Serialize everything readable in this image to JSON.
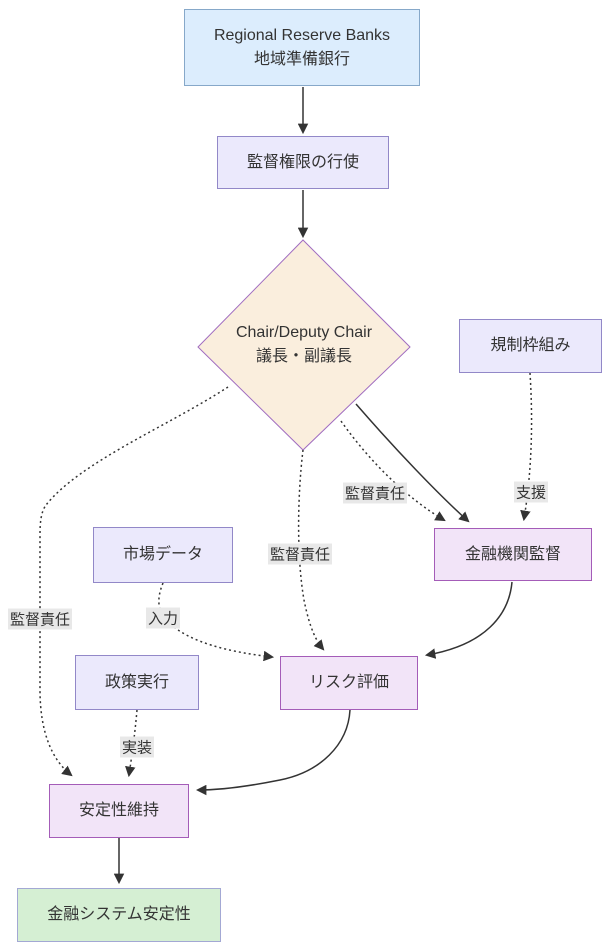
{
  "diagram": {
    "nodes": {
      "regional_reserve_banks": {
        "line1": "Regional Reserve Banks",
        "line2": "地域準備銀行"
      },
      "supervisory_authority": {
        "label": "監督権限の行使"
      },
      "chair_deputy_chair": {
        "line1": "Chair/Deputy Chair",
        "line2": "議長・副議長"
      },
      "regulatory_framework": {
        "label": "規制枠組み"
      },
      "market_data": {
        "label": "市場データ"
      },
      "financial_institution_supervision": {
        "label": "金融機関監督"
      },
      "policy_implementation": {
        "label": "政策実行"
      },
      "risk_assessment": {
        "label": "リスク評価"
      },
      "stability_maintenance": {
        "label": "安定性維持"
      },
      "financial_system_stability": {
        "label": "金融システム安定性"
      }
    },
    "edge_labels": {
      "supervisory_responsibility_right": "監督責任",
      "support": "支援",
      "supervisory_responsibility_center": "監督責任",
      "input": "入力",
      "supervisory_responsibility_left": "監督責任",
      "implementation": "実装"
    },
    "colors": {
      "background": "#ffffff",
      "node_blue_fill": "#dcedfd",
      "node_blue_stroke": "#86a8c9",
      "node_lavender_fill": "#ebe9fc",
      "node_lavender_stroke": "#9288c8",
      "node_pink_fill": "#f2e4f8",
      "node_pink_stroke": "#a45cb8",
      "node_cream_fill": "#faeedd",
      "node_cream_stroke": "#a06cc0",
      "node_green_fill": "#d5efd3",
      "node_green_stroke": "#a3a8d4",
      "edge_color": "#333333",
      "edge_label_bg": "#e8e8e8"
    }
  }
}
